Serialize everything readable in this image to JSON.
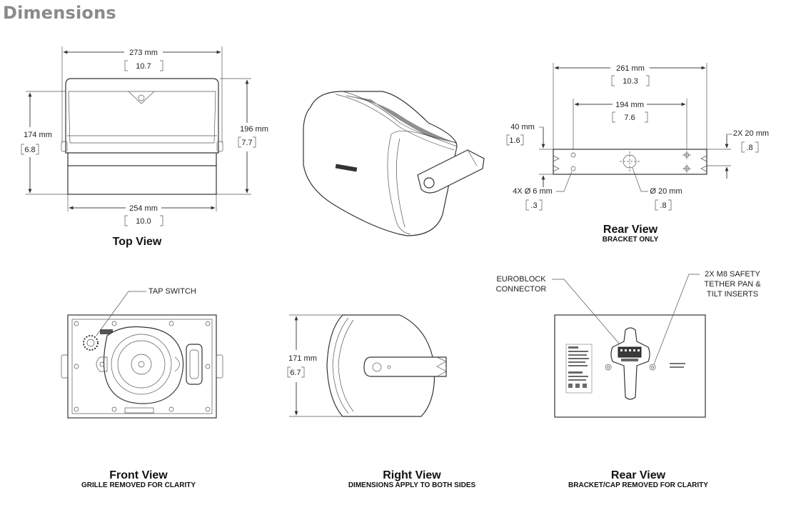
{
  "heading": "Dimensions",
  "top_view": {
    "title": "Top View",
    "width_outer_mm": "273 mm",
    "width_outer_in": "10.7",
    "width_inner_mm": "254 mm",
    "width_inner_in": "10.0",
    "depth_left_mm": "174 mm",
    "depth_left_in": "6.8",
    "depth_right_mm": "196 mm",
    "depth_right_in": "7.7"
  },
  "rear_bracket": {
    "title": "Rear View",
    "subtitle": "BRACKET ONLY",
    "width_outer_mm": "261 mm",
    "width_outer_in": "10.3",
    "width_holes_mm": "194 mm",
    "width_holes_in": "7.6",
    "height_mm": "40 mm",
    "height_in": "1.6",
    "slot_mm": "2X 20 mm",
    "slot_in": ".8",
    "small_holes_mm": "4X Ø 6 mm",
    "small_holes_in": ".3",
    "center_hole_mm": "Ø 20 mm",
    "center_hole_in": ".8"
  },
  "front_view": {
    "title": "Front View",
    "subtitle": "GRILLE REMOVED FOR CLARITY",
    "tap_switch": "TAP SWITCH"
  },
  "right_view": {
    "title": "Right View",
    "subtitle": "DIMENSIONS APPLY TO BOTH SIDES",
    "height_mm": "171 mm",
    "height_in": "6.7"
  },
  "rear_view": {
    "title": "Rear View",
    "subtitle": "BRACKET/CAP REMOVED FOR CLARITY",
    "euroblock_line1": "EUROBLOCK",
    "euroblock_line2": "CONNECTOR",
    "tether_line1": "2X M8 SAFETY",
    "tether_line2": "TETHER PAN &",
    "tether_line3": "TILT INSERTS"
  }
}
